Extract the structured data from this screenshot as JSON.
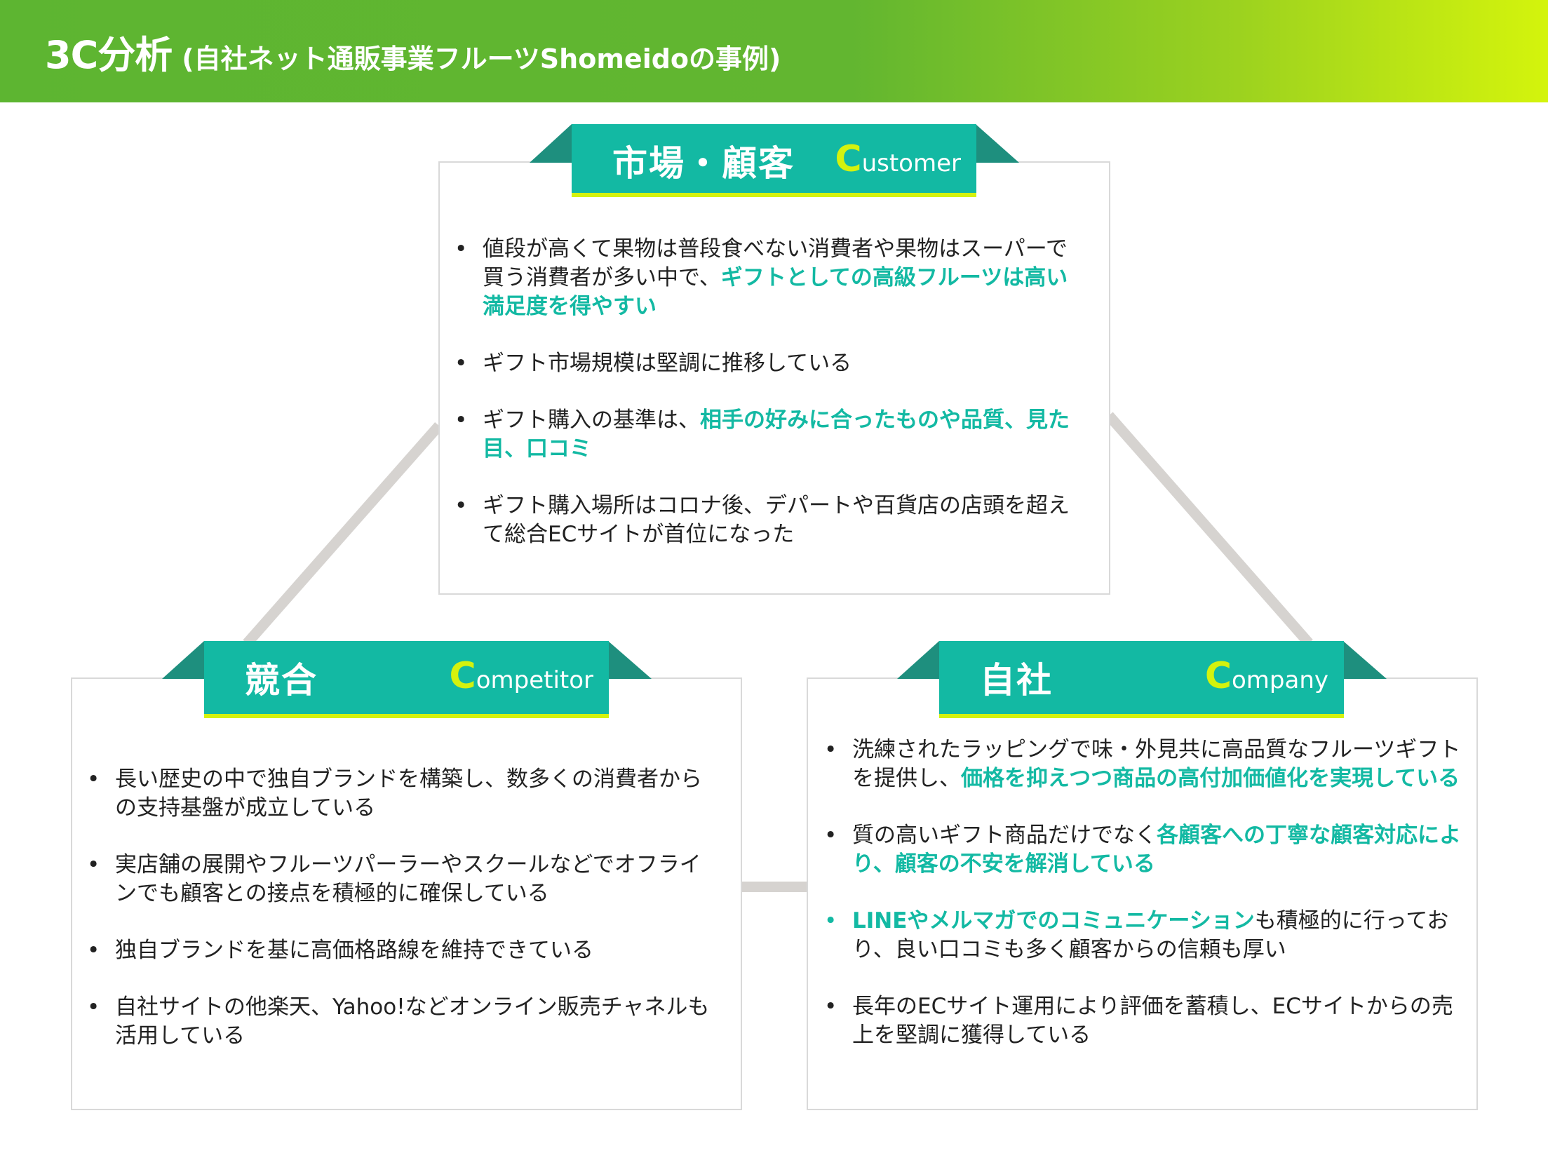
{
  "header": {
    "title": "3C分析",
    "subtitle": "(自社ネット通販事業フルーツShomeidoの事例)"
  },
  "colors": {
    "accent": "#13b9a3",
    "accent_dark": "#1e8f7e",
    "highlight": "#d4f20e",
    "header_start": "#5db531",
    "header_end": "#d4f40c"
  },
  "customer": {
    "title": "市場・顧客",
    "en_cap": "C",
    "en_rest": "ustomer",
    "items": [
      [
        {
          "t": "値段が高くて果物は普段食べない消費者や果物はスーパーで買う消費者が多い中で、",
          "hl": false
        },
        {
          "t": "ギフトとしての高級フルーツは高い満足度を得やすい",
          "hl": true
        }
      ],
      [
        {
          "t": "ギフト市場規模は堅調に推移している",
          "hl": false
        }
      ],
      [
        {
          "t": "ギフト購入の基準は、",
          "hl": false
        },
        {
          "t": "相手の好みに合ったものや品質、見た目、口コミ",
          "hl": true
        }
      ],
      [
        {
          "t": "ギフト購入場所はコロナ後、デパートや百貨店の店頭を超えて総合ECサイトが首位になった",
          "hl": false
        }
      ]
    ]
  },
  "competitor": {
    "title": "競合",
    "en_cap": "C",
    "en_rest": "ompetitor",
    "items": [
      [
        {
          "t": "長い歴史の中で独自ブランドを構築し、数多くの消費者からの支持基盤が成立している",
          "hl": false
        }
      ],
      [
        {
          "t": "実店舗の展開やフルーツパーラーやスクールなどでオフラインでも顧客との接点を積極的に確保している",
          "hl": false
        }
      ],
      [
        {
          "t": "独自ブランドを基に高価格路線を維持できている",
          "hl": false
        }
      ],
      [
        {
          "t": "自社サイトの他楽天、Yahoo!などオンライン販売チャネルも活用している",
          "hl": false
        }
      ]
    ]
  },
  "company": {
    "title": "自社",
    "en_cap": "C",
    "en_rest": "ompany",
    "items": [
      [
        {
          "t": "洗練されたラッピングで味・外見共に高品質なフルーツギフトを提供し、",
          "hl": false
        },
        {
          "t": "価格を抑えつつ商品の高付加価値化を実現している",
          "hl": true
        }
      ],
      [
        {
          "t": "質の高いギフト商品だけでなく",
          "hl": false
        },
        {
          "t": "各顧客への丁寧な顧客対応により、顧客の不安を解消している",
          "hl": true
        }
      ],
      [
        {
          "t": "LINEやメルマガでのコミュニケーション",
          "hl": true
        },
        {
          "t": "も積極的に行っており、良い口コミも多く顧客からの信頼も厚い",
          "hl": false
        }
      ],
      [
        {
          "t": "長年のECサイト運用により評価を蓄積し、ECサイトからの売上を堅調に獲得している",
          "hl": false
        }
      ]
    ]
  },
  "bullet": "•"
}
